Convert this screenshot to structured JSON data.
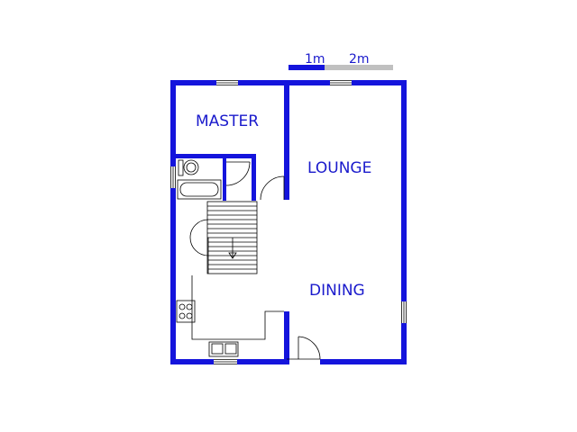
{
  "colors": {
    "wall": "#1414dc",
    "fixture": "#000000",
    "scale_gray": "#c0c0c0",
    "label": "#1a1acc",
    "background": "#ffffff"
  },
  "scale_bar": {
    "label_1": "1m",
    "label_2": "2m"
  },
  "rooms": {
    "master": "MASTER",
    "lounge": "LOUNGE",
    "dining": "DINING"
  }
}
